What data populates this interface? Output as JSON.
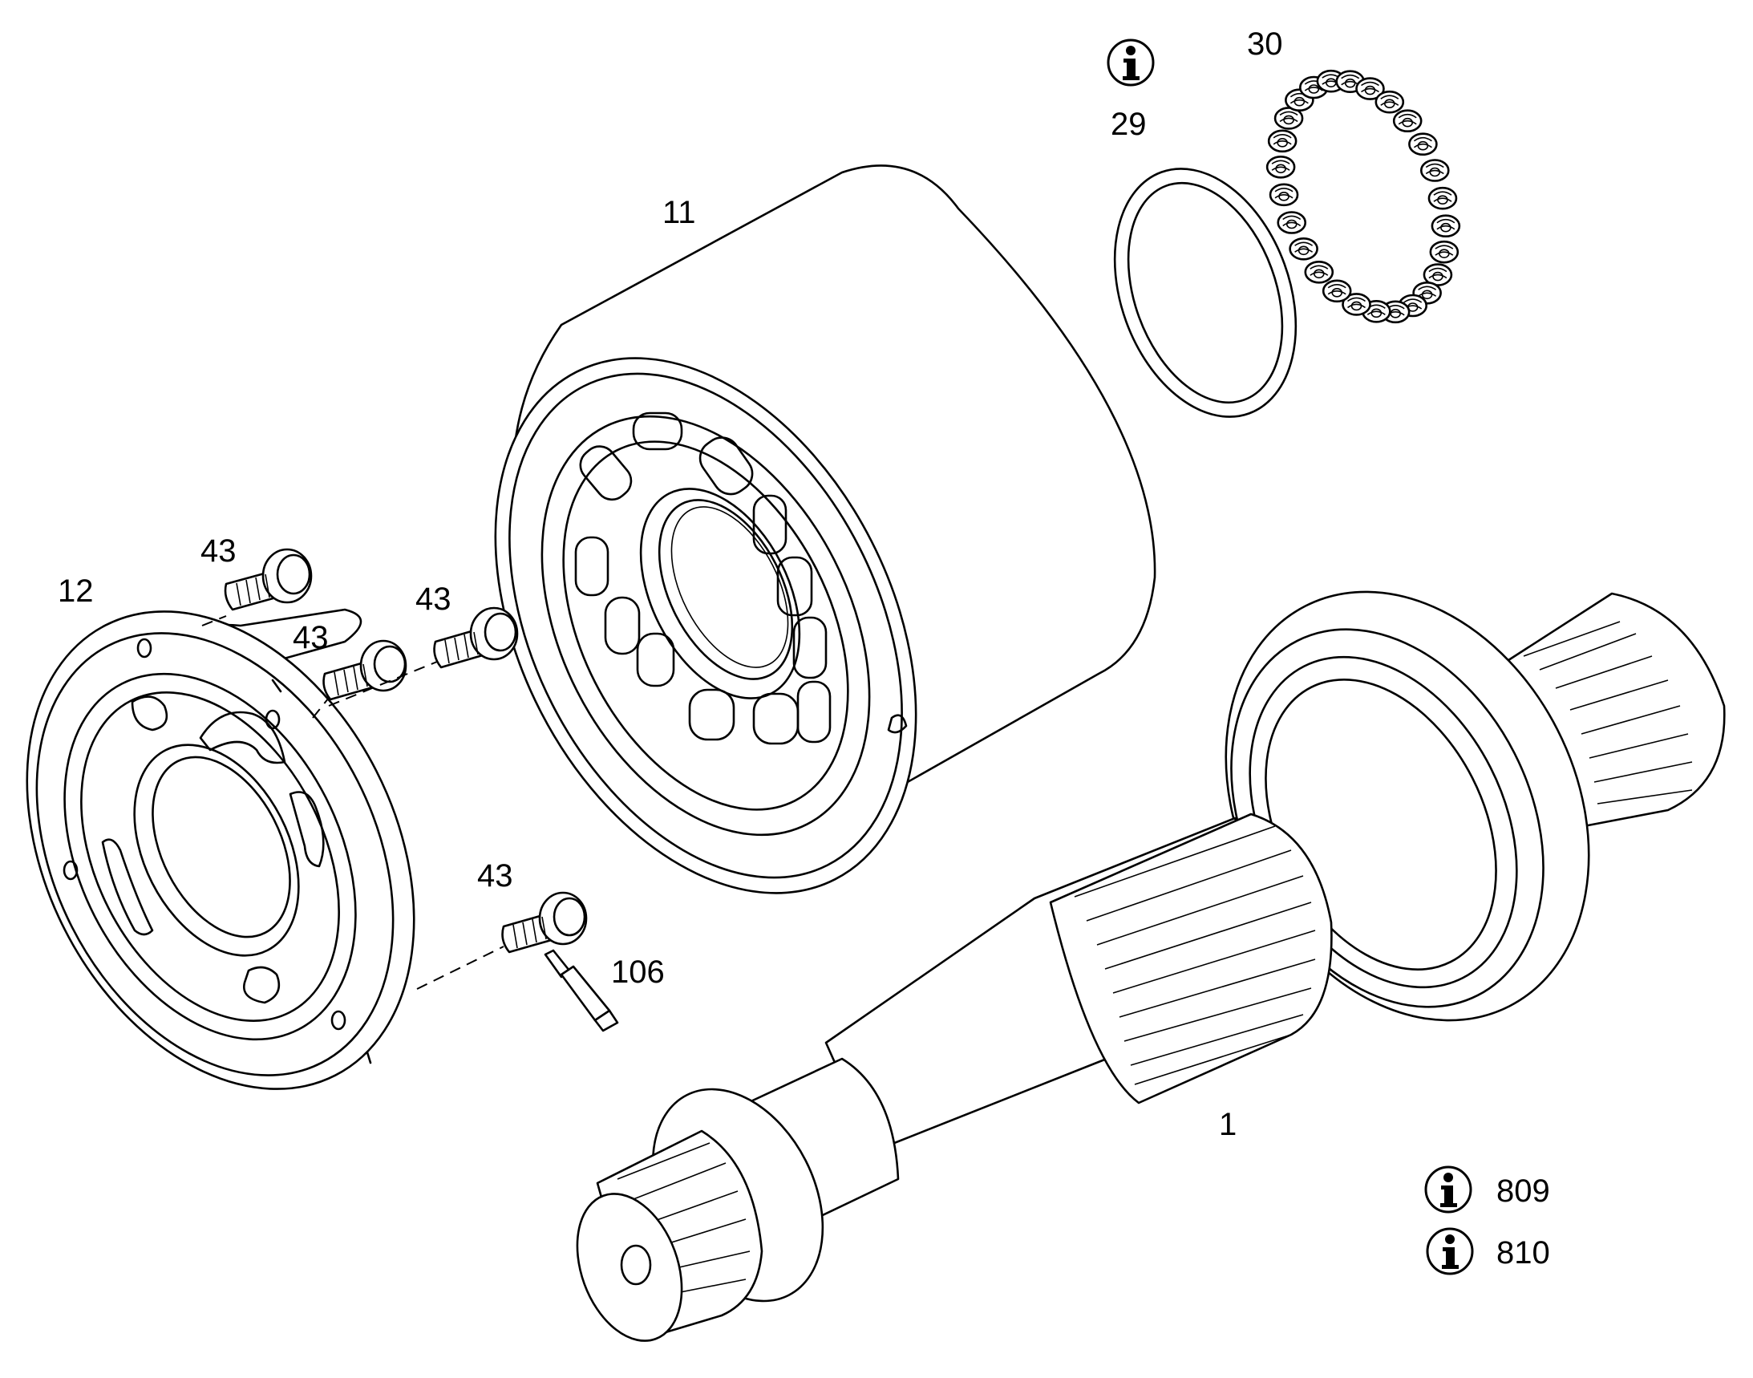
{
  "callouts": {
    "c1": "1",
    "c11": "11",
    "c12": "12",
    "c29": "29",
    "c30": "30",
    "c43a": "43",
    "c43b": "43",
    "c43c": "43",
    "c43d": "43",
    "c106": "106"
  },
  "notes": {
    "n809": "809",
    "n810": "810"
  },
  "icons": {
    "info": "info-icon"
  },
  "colors": {
    "ink": "#000000",
    "paper": "#ffffff"
  }
}
